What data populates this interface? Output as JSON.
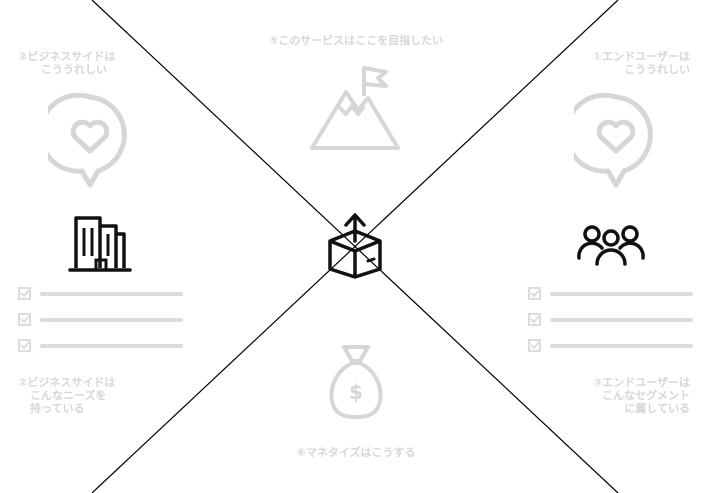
{
  "colors": {
    "line": "#000000",
    "faded": "#d6d6d6",
    "icon_dark": "#111111",
    "background": "#ffffff"
  },
  "labels": {
    "top": "⑤このサービスはここを目指したい",
    "bottom": "⑥マネタイズはこうする",
    "top_left": [
      "②ビジネスサイドは",
      "こううれしい"
    ],
    "top_right": [
      "①エンドユーザーは",
      "こううれしい"
    ],
    "bottom_left": [
      "②ビジネスサイドは",
      "こんなニーズを",
      "持っている"
    ],
    "bottom_right": [
      "③エンドユーザーは",
      "こんなセグメント",
      "に属している"
    ]
  },
  "icons": {
    "mountain": "mountain-flag-icon",
    "heart_left": "heart-speech-bubble-icon",
    "heart_right": "heart-speech-bubble-icon",
    "building": "buildings-icon",
    "product": "box-upload-icon",
    "people": "group-people-icon",
    "money": "money-bag-icon",
    "checkbox": "checkbox-icon"
  },
  "checklists": {
    "left": {
      "items": 3
    },
    "right": {
      "items": 3
    }
  }
}
